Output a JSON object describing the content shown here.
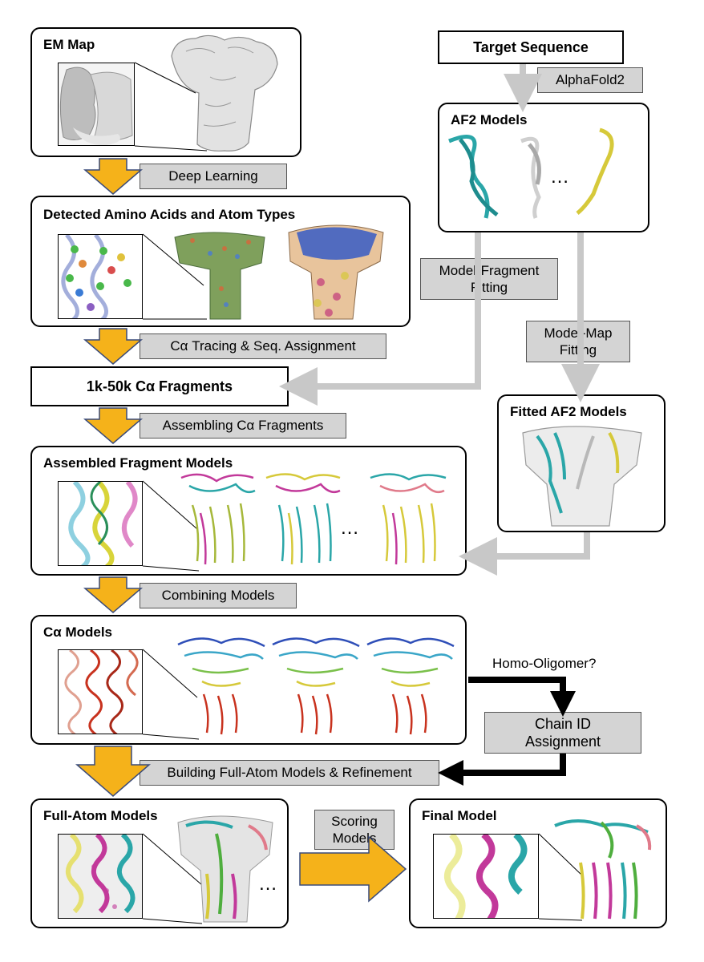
{
  "boxes": {
    "em_map": "EM Map",
    "detected": "Detected Amino Acids and Atom Types",
    "fragments": "1k-50k Cα Fragments",
    "assembled": "Assembled Fragment Models",
    "ca_models": "Cα Models",
    "full_atom": "Full-Atom Models",
    "final_model": "Final Model",
    "target_sequence": "Target Sequence",
    "af2_models": "AF2 Models",
    "fitted_af2": "Fitted AF2 Models",
    "chain_id": "Chain ID\nAssignment"
  },
  "steps": {
    "deep_learning": "Deep Learning",
    "ca_tracing": "Cα Tracing & Seq. Assignment",
    "assembling": "Assembling Cα Fragments",
    "combining": "Combining Models",
    "building": "Building Full-Atom Models & Refinement",
    "scoring": "Scoring\nModels",
    "alphafold2": "AlphaFold2",
    "model_fragment": "Model-Fragment\nFitting",
    "model_map": "Model-Map\nFitting"
  },
  "annotations": {
    "homo_oligomer": "Homo-Oligomer?",
    "ellipsis": "…"
  },
  "colors": {
    "arrow_orange": "#f5b21a",
    "arrow_gray": "#c8c8c8",
    "label_gray": "#d4d4d4",
    "teal": "#2aa6a8",
    "magenta": "#c2399a",
    "yellow": "#d6c93a",
    "blue": "#2f6fd6",
    "red": "#c8321e",
    "green": "#4fae3e"
  }
}
